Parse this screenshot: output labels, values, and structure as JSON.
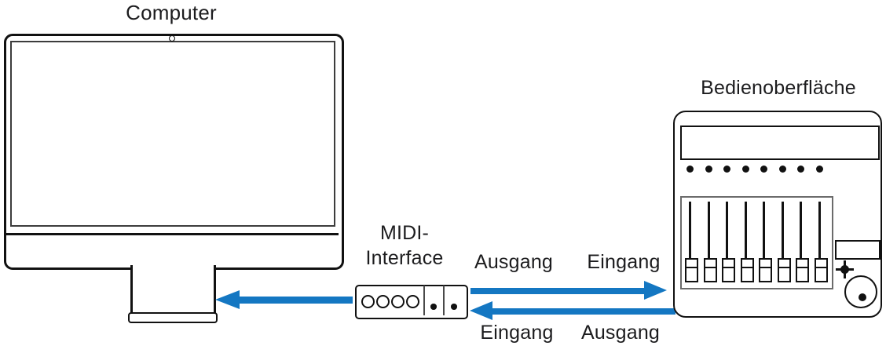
{
  "computer": {
    "label": "Computer"
  },
  "midi_interface": {
    "label_line1": "MIDI-",
    "label_line2": "Interface",
    "port_circles": 4,
    "port_dots": 2
  },
  "control_surface": {
    "label": "Bedienoberfläche",
    "button_count": 8,
    "fader_count": 8
  },
  "connections": [
    {
      "from": "midi_interface",
      "to": "computer",
      "labels": []
    },
    {
      "from": "midi_interface",
      "to": "control_surface",
      "labels": [
        "Ausgang",
        "Eingang"
      ],
      "labels_position": "above"
    },
    {
      "from": "control_surface",
      "to": "midi_interface",
      "labels": [
        "Eingang",
        "Ausgang"
      ],
      "labels_position": "below"
    }
  ],
  "colors": {
    "arrow": "#1477C2",
    "outline": "#111111",
    "fader_panel_border": "#6b6b6b",
    "text": "#1c1c1e",
    "background": "#ffffff"
  }
}
